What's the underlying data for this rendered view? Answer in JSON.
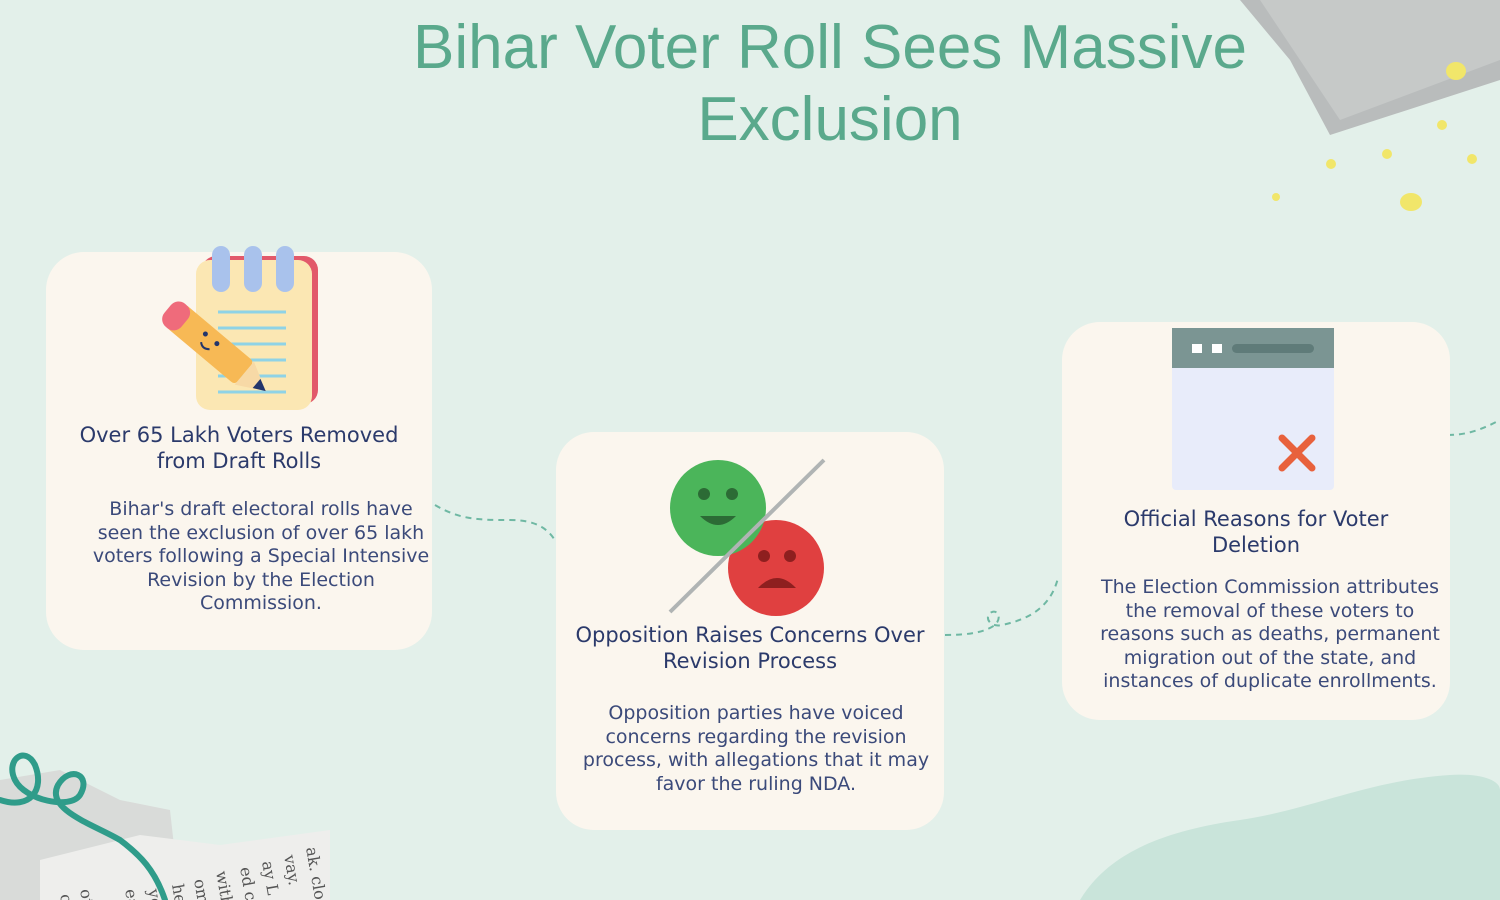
{
  "title": "Bihar Voter Roll Sees Massive Exclusion",
  "cards": [
    {
      "icon": "notebook-pencil-icon",
      "title": "Over 65 Lakh Voters Removed from Draft Rolls",
      "body": "Bihar's draft electoral rolls have seen the exclusion of over 65 lakh voters following a Special Intensive Revision by the Election Commission."
    },
    {
      "icon": "happy-sad-face-icon",
      "title": "Opposition Raises Concerns Over Revision Process",
      "body": "Opposition parties have voiced concerns regarding the revision process, with allegations that it may favor the ruling NDA."
    },
    {
      "icon": "browser-window-x-icon",
      "title": "Official Reasons for Voter Deletion",
      "body": "The Election Commission attributes the removal of these voters to reasons such as deaths, permanent migration out of the state, and instances of duplicate enrollments."
    }
  ],
  "colors": {
    "background": "#e3f0ea",
    "card": "#fbf6ee",
    "title": "#5aa98c",
    "text": "#2b3a6b",
    "connector": "#6fb8a3"
  }
}
